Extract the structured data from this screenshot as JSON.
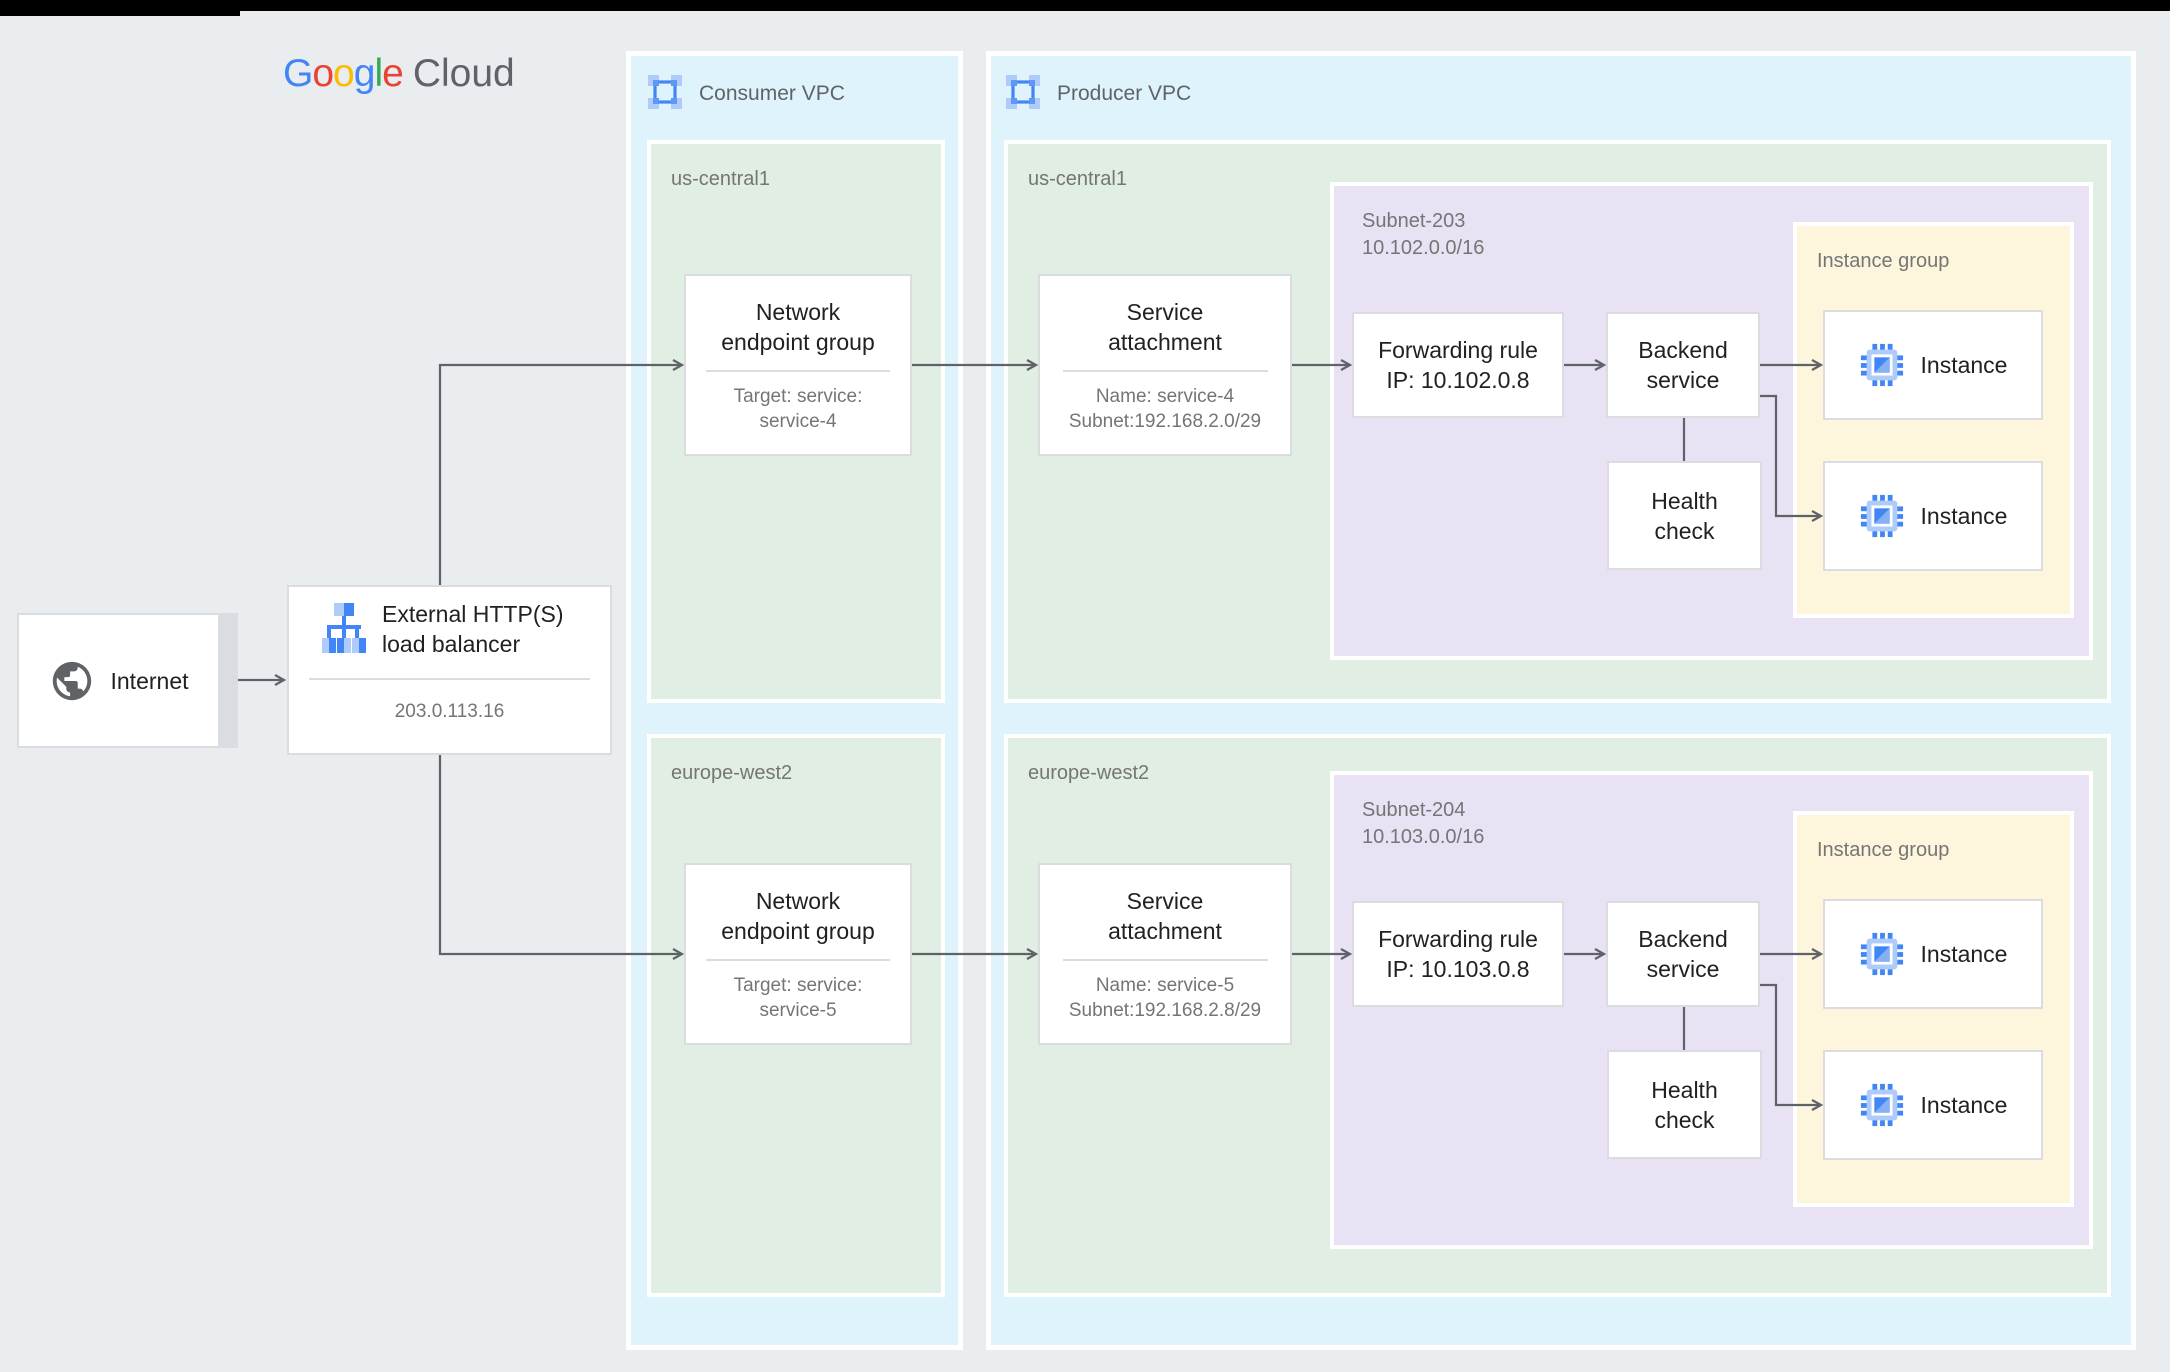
{
  "colors": {
    "background": "#e9edf0",
    "vpc_fill": "#dff3fd",
    "region_fill": "#e1eee3",
    "subnet_fill": "#e8e2f4",
    "instance_group_fill": "#fdf5dc",
    "node_border": "#dadce0",
    "connector": "#5f6368",
    "title_text": "#212121",
    "muted_text": "#757575",
    "google_blue": "#4285F4",
    "google_red": "#EA4335",
    "google_yellow": "#FBBC04",
    "google_green": "#34A853",
    "icon_light_blue": "#aecbfa"
  },
  "logo": {
    "letters": [
      "G",
      "o",
      "o",
      "g",
      "l",
      "e"
    ],
    "suffix": "Cloud"
  },
  "internet": {
    "label": "Internet"
  },
  "load_balancer": {
    "title": [
      "External HTTP(S)",
      "load balancer"
    ],
    "ip": "203.0.113.16"
  },
  "consumer_vpc": {
    "label": "Consumer VPC",
    "regions": [
      {
        "name": "us-central1",
        "neg": {
          "title": [
            "Network",
            "endpoint group"
          ],
          "subtitle": [
            "Target: service:",
            "service-4"
          ]
        }
      },
      {
        "name": "europe-west2",
        "neg": {
          "title": [
            "Network",
            "endpoint group"
          ],
          "subtitle": [
            "Target: service:",
            "service-5"
          ]
        }
      }
    ]
  },
  "producer_vpc": {
    "label": "Producer VPC",
    "regions": [
      {
        "name": "us-central1",
        "service_attachment": {
          "title": [
            "Service",
            "attachment"
          ],
          "subtitle": [
            "Name: service-4",
            "Subnet:192.168.2.0/29"
          ]
        },
        "subnet": {
          "name": "Subnet-203",
          "cidr": "10.102.0.0/16",
          "forwarding_rule": [
            "Forwarding rule",
            "IP: 10.102.0.8"
          ],
          "backend_service": [
            "Backend",
            "service"
          ],
          "health_check": [
            "Health",
            "check"
          ],
          "instance_group": {
            "label": "Instance group",
            "instances": [
              {
                "label": "Instance"
              },
              {
                "label": "Instance"
              }
            ]
          }
        }
      },
      {
        "name": "europe-west2",
        "service_attachment": {
          "title": [
            "Service",
            "attachment"
          ],
          "subtitle": [
            "Name: service-5",
            "Subnet:192.168.2.8/29"
          ]
        },
        "subnet": {
          "name": "Subnet-204",
          "cidr": "10.103.0.0/16",
          "forwarding_rule": [
            "Forwarding rule",
            "IP: 10.103.0.8"
          ],
          "backend_service": [
            "Backend",
            "service"
          ],
          "health_check": [
            "Health",
            "check"
          ],
          "instance_group": {
            "label": "Instance group",
            "instances": [
              {
                "label": "Instance"
              },
              {
                "label": "Instance"
              }
            ]
          }
        }
      }
    ]
  }
}
